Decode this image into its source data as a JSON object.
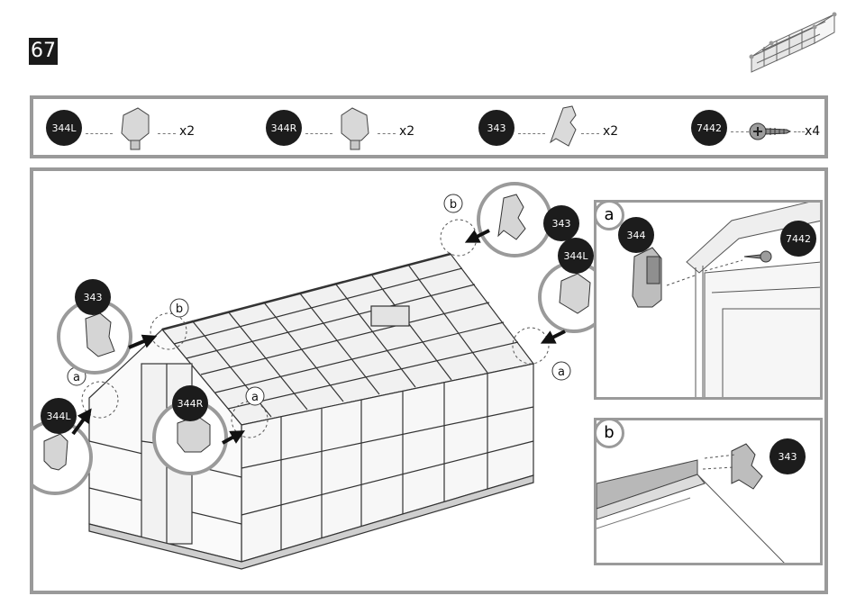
{
  "step": {
    "number": "67"
  },
  "parts": [
    {
      "id": "344L",
      "qty": "x2"
    },
    {
      "id": "344R",
      "qty": "x2"
    },
    {
      "id": "343",
      "qty": "x2"
    },
    {
      "id": "7442",
      "qty": "x4"
    }
  ],
  "callouts": {
    "top_right_b": {
      "letter": "b",
      "part": "343"
    },
    "right_a": {
      "letter": "a",
      "part": "344L"
    },
    "left_b": {
      "letter": "b",
      "part": "343"
    },
    "left_a": {
      "letter": "a",
      "part": "344L"
    },
    "front_a": {
      "letter": "a",
      "part": "344R"
    }
  },
  "detail_a": {
    "letter": "a",
    "parts": [
      "344",
      "7442"
    ]
  },
  "detail_b": {
    "letter": "b",
    "parts": [
      "343"
    ]
  },
  "colors": {
    "badge": "#1c1c1c",
    "frame": "#9a9a9a",
    "line": "#333333"
  }
}
